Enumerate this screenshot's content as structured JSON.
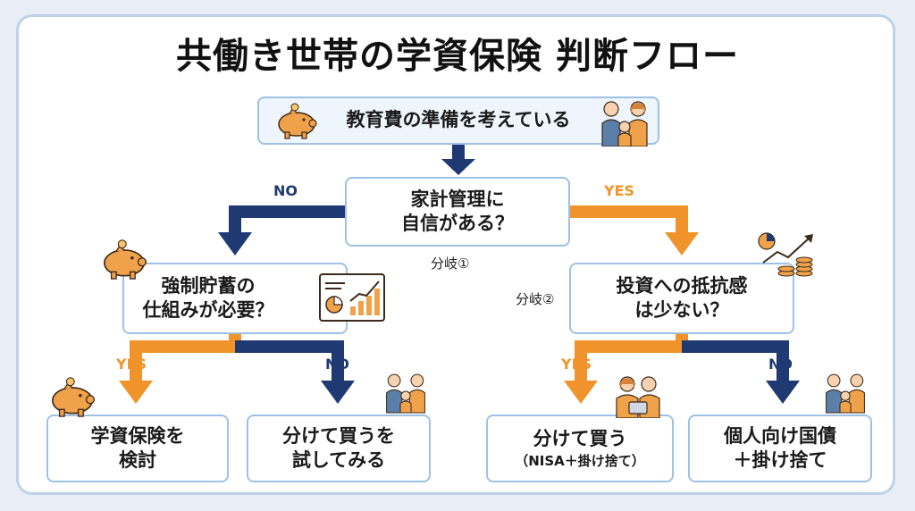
{
  "title": "共働き世帯の学資保険 判断フロー",
  "colors": {
    "navy": "#1f3a73",
    "orange": "#f0932b",
    "box_border": "#9ec1e6"
  },
  "nodes": {
    "start": {
      "text": "教育費の準備を考えている"
    },
    "q1": {
      "line1": "家計管理に",
      "line2": "自信がある？"
    },
    "q2": {
      "line1": "強制貯蓄の",
      "line2": "仕組みが必要？"
    },
    "q3": {
      "line1": "投資への抵抗感",
      "line2": "は少ない？"
    },
    "r1": {
      "line1": "学資保険を",
      "line2": "検討"
    },
    "r2": {
      "line1": "分けて買うを",
      "line2": "試してみる"
    },
    "r3": {
      "line1": "分けて買う",
      "line2": "（NISA＋掛け捨て）"
    },
    "r4": {
      "line1": "個人向け国債",
      "line2": "＋掛け捨て"
    }
  },
  "branch_labels": {
    "b1": "分岐①",
    "b2": "分岐②"
  },
  "edge_labels": {
    "q1_no": "NO",
    "q1_yes": "YES",
    "q2_yes": "YES",
    "q2_no": "NO",
    "q3_yes": "YES",
    "q3_no": "NO"
  },
  "icons": [
    "piggy-bank-icon",
    "family-icon",
    "chart-icon",
    "growth-coins-icon",
    "couple-icon"
  ]
}
